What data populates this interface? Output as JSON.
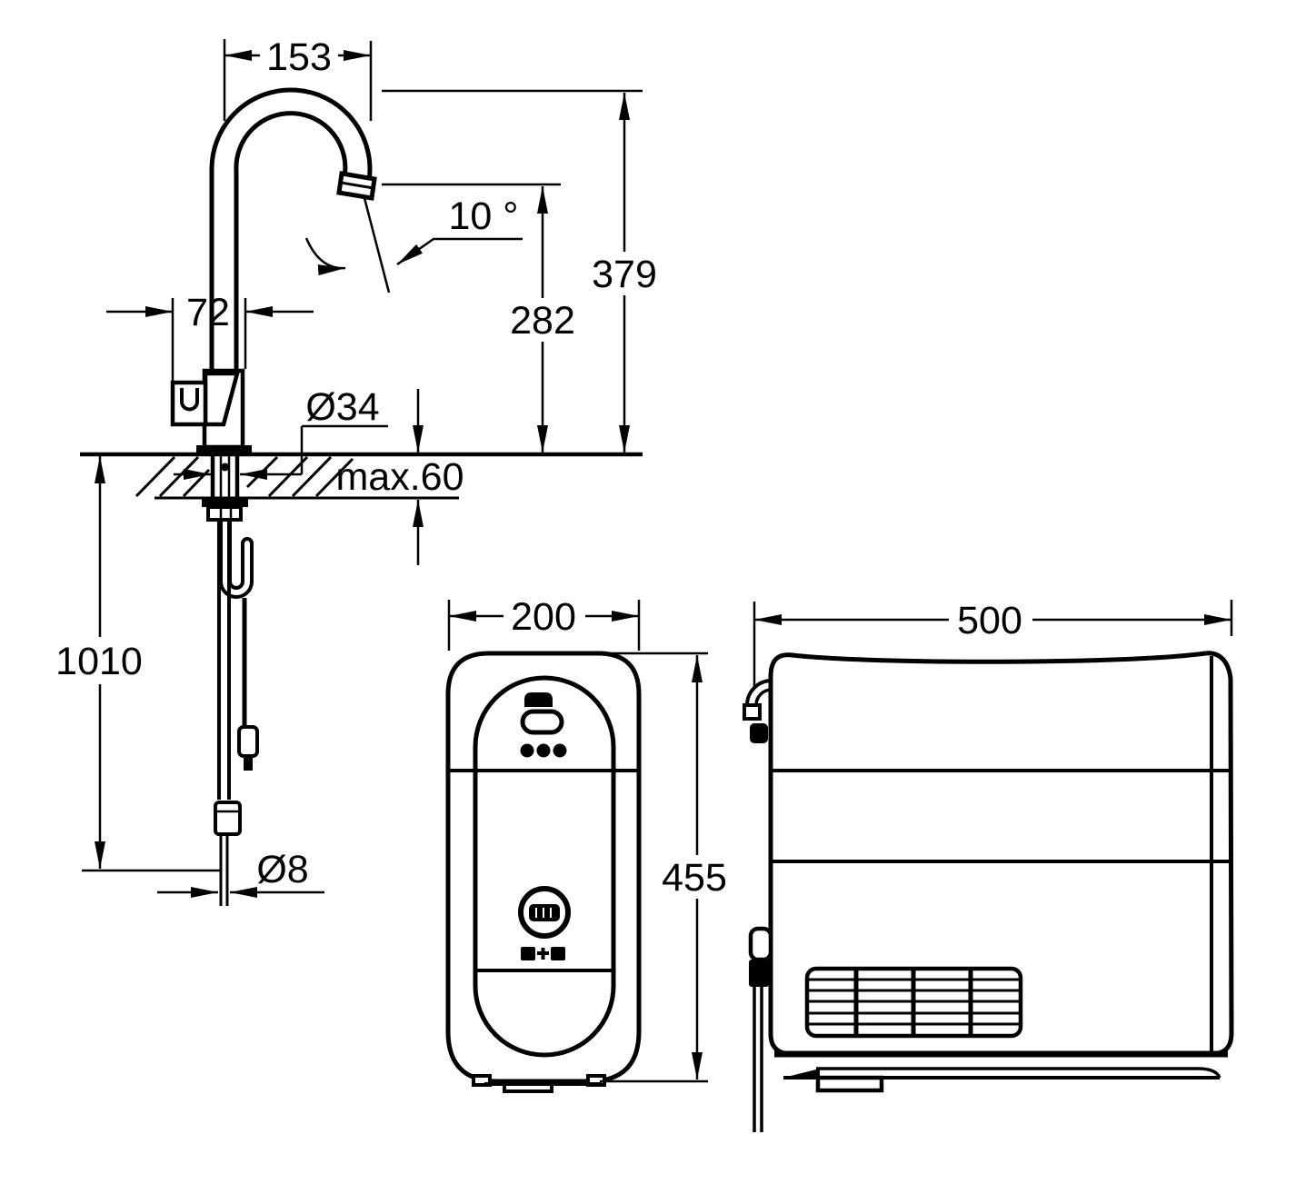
{
  "drawing": {
    "background_color": "#ffffff",
    "line_color": "#000000",
    "faucet_view": {
      "description_name": "faucet-side-elevation",
      "labels": {
        "spout_reach": "153",
        "spout_angle": "10 °",
        "total_height": "379",
        "outlet_height": "282",
        "base_width": "72",
        "mounting_hole_diameter": "Ø34",
        "max_deck_thickness": "max.60",
        "hose_length": "1010",
        "hose_diameter": "Ø8"
      }
    },
    "cooler_front_view": {
      "description_name": "cooler-front-elevation",
      "labels": {
        "width": "200",
        "height": "455"
      },
      "icons": [
        "power-icon",
        "display-window-icon",
        "led-dots-icon",
        "filter-logo-icon",
        "filter-plus-carbonation-icon"
      ]
    },
    "cooler_side_view": {
      "description_name": "cooler-side-elevation",
      "labels": {
        "depth": "500"
      },
      "icons": [
        "hose-clip-icon",
        "hose-connector-icon",
        "ventilation-grille-icon"
      ]
    }
  }
}
